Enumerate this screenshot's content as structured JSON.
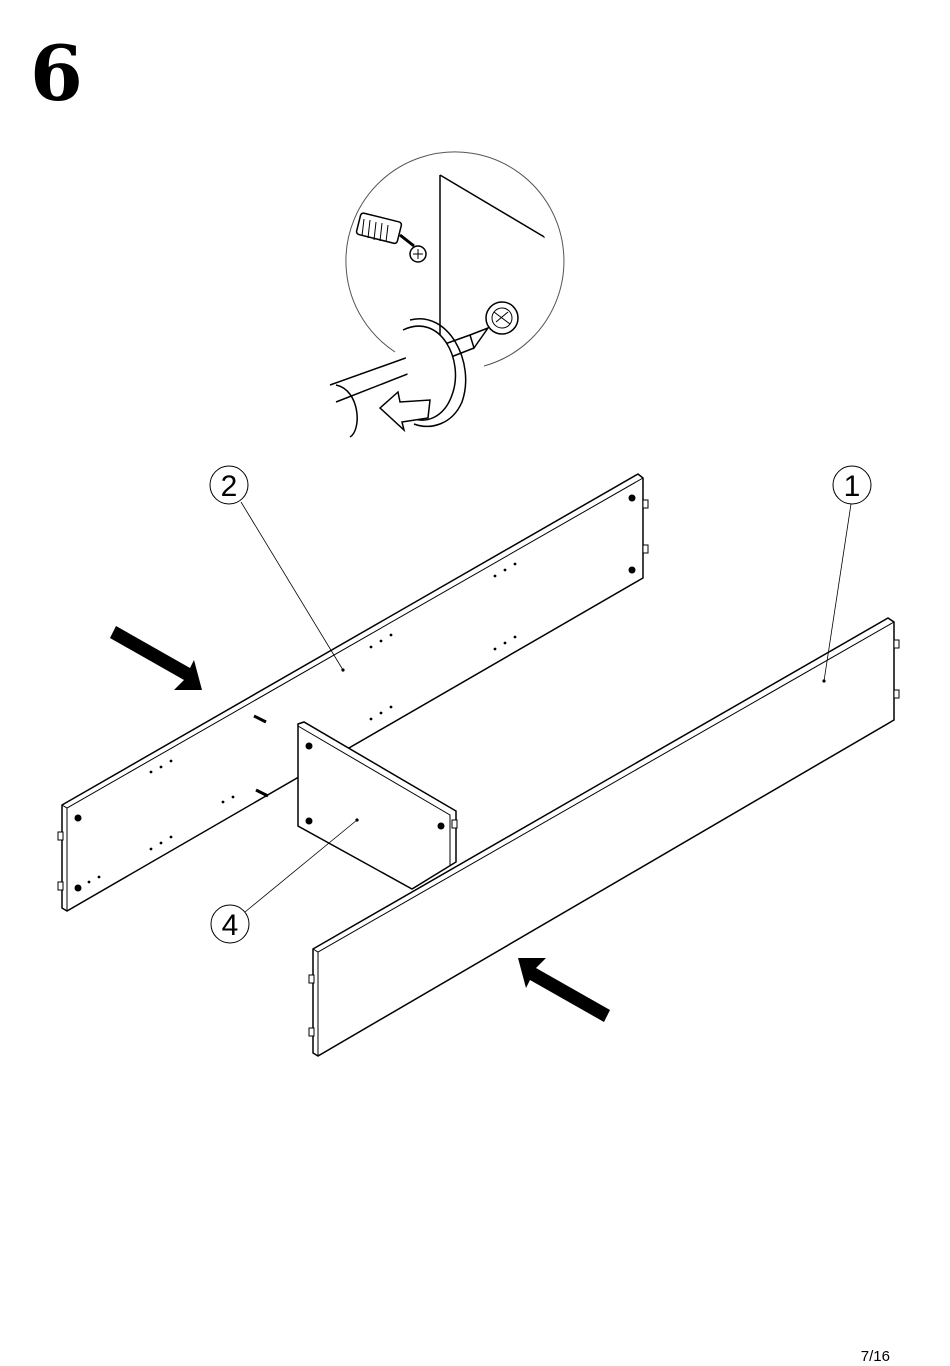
{
  "step": {
    "number": "6"
  },
  "footer": {
    "page": "7/16"
  },
  "parts": [
    {
      "id": "2"
    },
    {
      "id": "1"
    },
    {
      "id": "4"
    }
  ],
  "icons": {
    "detail": "magnified-detail-icon",
    "cam_lock": "cam-lock-icon",
    "screwdriver": "screwdriver-icon",
    "rotate": "rotate-arrow-icon",
    "push_arrow": "push-arrow-icon"
  }
}
